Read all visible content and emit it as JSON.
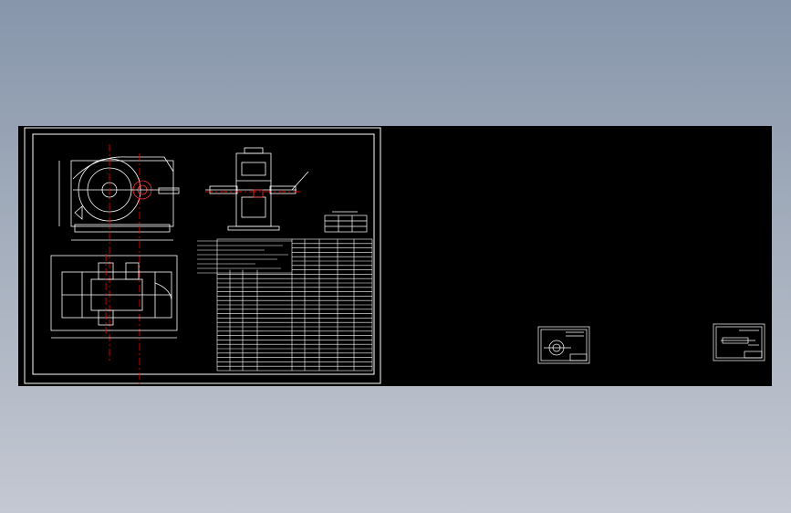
{
  "app": {
    "title": "",
    "background_colors": {
      "viewport": "#000000",
      "desktop_top": "#8796ab",
      "desktop_bottom": "#c4c8d2"
    }
  },
  "drawing": {
    "line_color": "#ffffff",
    "centerline_color": "#ff0000",
    "sheets": [
      {
        "name": "main-assembly-sheet"
      },
      {
        "name": "part-sheet-1"
      },
      {
        "name": "part-sheet-2"
      }
    ],
    "main_sheet": {
      "title_block_rows": 30,
      "parameter_table_rows": 3
    }
  }
}
